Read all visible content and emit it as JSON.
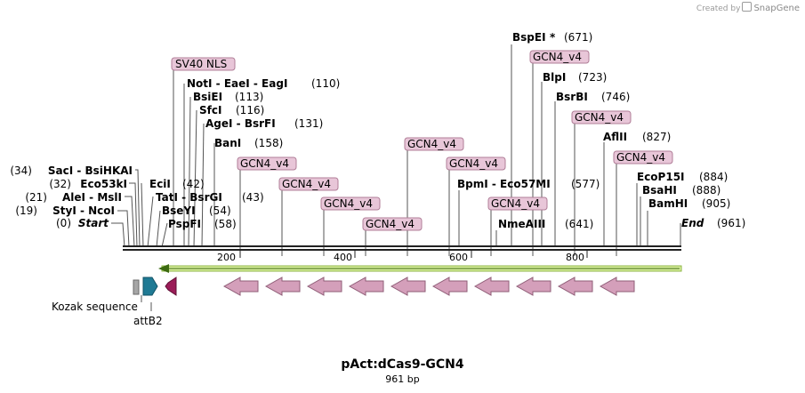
{
  "credit": {
    "prefix": "Created by",
    "brand": "SnapGene"
  },
  "map": {
    "title": "pAct:dCas9-GCN4",
    "length_text": "961 bp",
    "bp_length": 961,
    "ticks": [
      {
        "pos": 200,
        "label": "200"
      },
      {
        "pos": 400,
        "label": "400"
      },
      {
        "pos": 600,
        "label": "600"
      },
      {
        "pos": 800,
        "label": "800"
      }
    ],
    "colors": {
      "backbone": "#222222",
      "orf_fill": "#d8ef9c",
      "orf_stroke": "#8db646",
      "gcn4_fill": "#d49fba",
      "gcn4_label_fill": "#e8c6d8",
      "gcn4_stroke": "#8f5d77",
      "kozak_fill": "#a6a6a6",
      "attb2_fill": "#1f7a94",
      "magenta_fill": "#9b1d58"
    }
  },
  "sites": [
    {
      "name": "Start",
      "pos": "(0)"
    },
    {
      "name": "StyI - NcoI",
      "pos": "(19)"
    },
    {
      "name": "AleI - MslI",
      "pos": "(21)"
    },
    {
      "name": "Eco53kI",
      "pos": "(32)"
    },
    {
      "name": "SacI - BsiHKAI",
      "pos": "(34)"
    },
    {
      "name": "EciI",
      "pos": "(42)"
    },
    {
      "name": "TatI - BsrGI",
      "pos": "(43)"
    },
    {
      "name": "BseYI",
      "pos": "(54)"
    },
    {
      "name": "PspFI",
      "pos": "(58)"
    },
    {
      "name": "NotI - EaeI - EagI",
      "pos": "(110)"
    },
    {
      "name": "BsiEI",
      "pos": "(113)"
    },
    {
      "name": "SfcI",
      "pos": "(116)"
    },
    {
      "name": "AgeI - BsrFI",
      "pos": "(131)"
    },
    {
      "name": "BanI",
      "pos": "(158)"
    },
    {
      "name": "BspEI",
      "pos": "(671)"
    },
    {
      "name": "BlpI",
      "pos": "(723)"
    },
    {
      "name": "BsrBI",
      "pos": "(746)"
    },
    {
      "name": "BpmI - Eco57MI",
      "pos": "(577)"
    },
    {
      "name": "NmeAIII",
      "pos": "(641)"
    },
    {
      "name": "AflII",
      "pos": "(827)"
    },
    {
      "name": "EcoP15I",
      "pos": "(884)"
    },
    {
      "name": "BsaHI",
      "pos": "(888)"
    },
    {
      "name": "BamHI",
      "pos": "(905)"
    },
    {
      "name": "End",
      "pos": "(961)"
    }
  ],
  "features": [
    {
      "name": "SV40 NLS"
    },
    {
      "name": "GCN4_v4"
    },
    {
      "name": "GCN4_v4"
    },
    {
      "name": "GCN4_v4"
    },
    {
      "name": "GCN4_v4"
    },
    {
      "name": "GCN4_v4"
    },
    {
      "name": "GCN4_v4"
    },
    {
      "name": "GCN4_v4"
    },
    {
      "name": "GCN4_v4"
    },
    {
      "name": "GCN4_v4"
    },
    {
      "name": "GCN4_v4"
    }
  ],
  "bottom_labels": {
    "kozak": "Kozak sequence",
    "attb2": "attB2"
  }
}
